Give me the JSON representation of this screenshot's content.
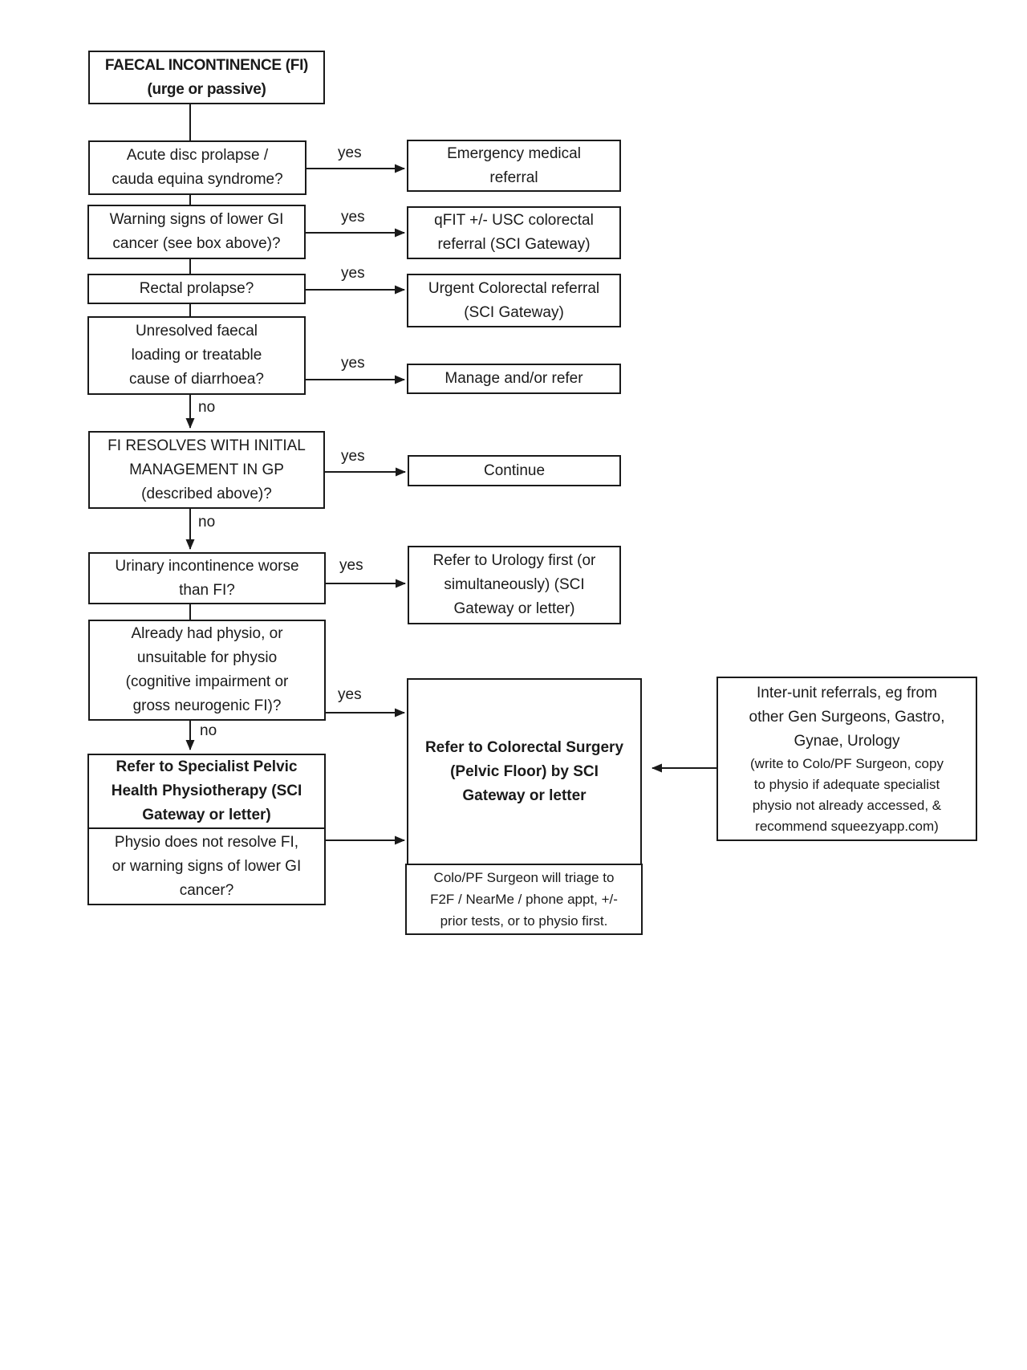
{
  "labels": {
    "yes": "yes",
    "no": "no"
  },
  "colors": {
    "line": "#1a1a1a",
    "text": "#1a1a1a",
    "background": "#ffffff"
  },
  "nodes": {
    "start": {
      "text": "FAECAL INCONTINENCE (FI)\n(urge or passive)"
    },
    "acute_disc": {
      "text": "Acute disc prolapse /\ncauda equina syndrome?"
    },
    "emergency": {
      "text": "Emergency medical\nreferral"
    },
    "warning_signs": {
      "text": "Warning signs of lower GI\ncancer (see box above)?"
    },
    "qfit": {
      "text": "qFIT +/- USC colorectal\nreferral (SCI Gateway)"
    },
    "rectal": {
      "text": "Rectal prolapse?"
    },
    "urgent_colorectal": {
      "text": "Urgent Colorectal referral\n(SCI Gateway)"
    },
    "faecal_loading": {
      "text": "Unresolved faecal\nloading or treatable\ncause of diarrhoea?"
    },
    "manage": {
      "text": "Manage and/or refer"
    },
    "fi_resolves": {
      "text": "FI RESOLVES WITH INITIAL\nMANAGEMENT IN GP\n(described above)?"
    },
    "continue": {
      "text": "Continue"
    },
    "urinary": {
      "text": "Urinary incontinence worse\nthan FI?"
    },
    "urology": {
      "text": "Refer to Urology first (or\nsimultaneously) (SCI\nGateway or letter)"
    },
    "already_physio": {
      "text": "Already had physio, or\nunsuitable for physio\n(cognitive impairment or\ngross neurogenic FI)?"
    },
    "specialist_physio": {
      "text": "Refer to Specialist Pelvic\nHealth Physiotherapy (SCI\nGateway or letter)"
    },
    "physio_fail": {
      "text": "Physio does not resolve FI,\nor warning signs of lower GI\ncancer?"
    },
    "colorectal_surgery": {
      "text": "Refer to Colorectal Surgery\n(Pelvic Floor) by SCI\nGateway or letter"
    },
    "triage": {
      "text": "Colo/PF Surgeon will triage to\nF2F / NearMe / phone appt, +/-\nprior tests, or to physio first."
    },
    "interunit": {
      "title": "Inter-unit referrals, eg from\nother Gen Surgeons, Gastro,\nGynae, Urology",
      "note": "(write to Colo/PF Surgeon, copy\nto physio if adequate specialist\nphysio not already accessed, &\nrecommend squeezyapp.com)"
    }
  }
}
